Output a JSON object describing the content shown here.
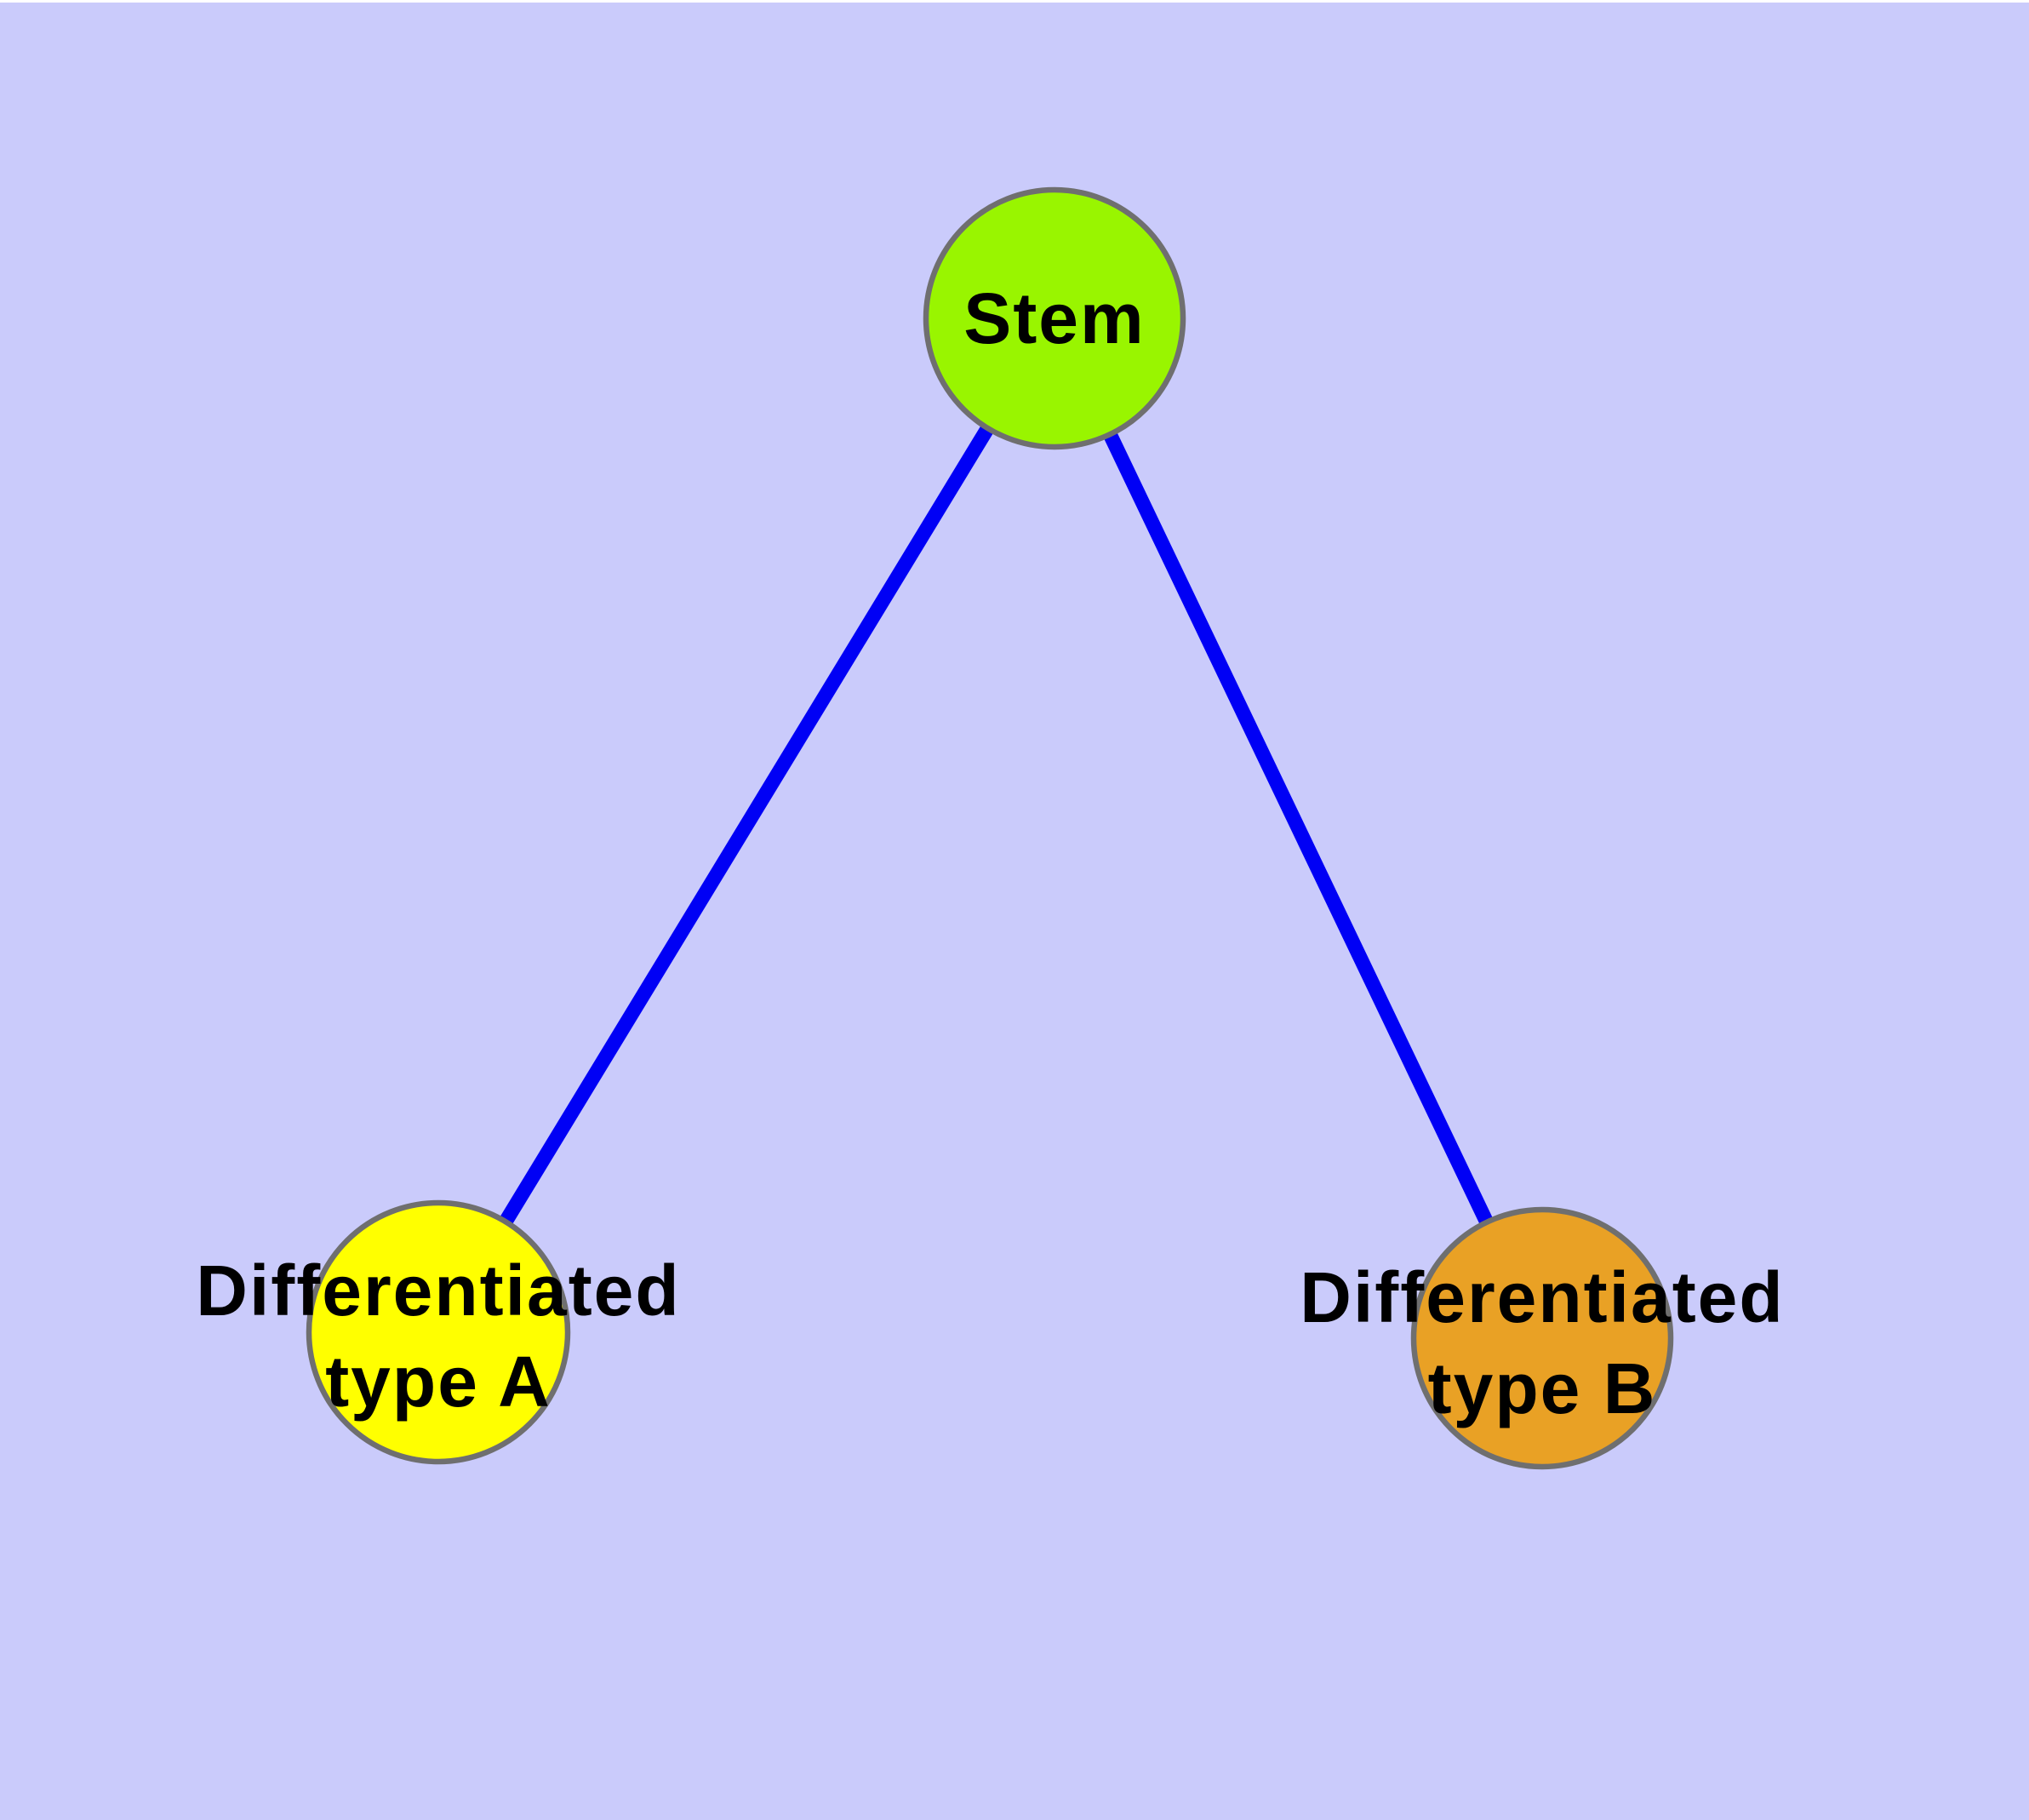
{
  "diagram": {
    "type": "graph",
    "background_color": "#CACBFB",
    "top_margin_color": "#FFFFFF",
    "edge_color": "#0000F5",
    "node_border_color": "#6F6F6F",
    "label_color": "#000000",
    "nodes": [
      {
        "id": "stem",
        "label": "Stem",
        "fill": "#99F500"
      },
      {
        "id": "type_a",
        "label": "Differentiated type A",
        "label_line1": "Differentiated",
        "label_line2": "type A",
        "fill": "#FFFF00"
      },
      {
        "id": "type_b",
        "label": "Differentiated type B",
        "label_line1": "Differentiated",
        "label_line2": "type B",
        "fill": "#E9A125"
      }
    ],
    "edges": [
      {
        "from": "stem",
        "to": "type_a"
      },
      {
        "from": "stem",
        "to": "type_b"
      }
    ]
  }
}
